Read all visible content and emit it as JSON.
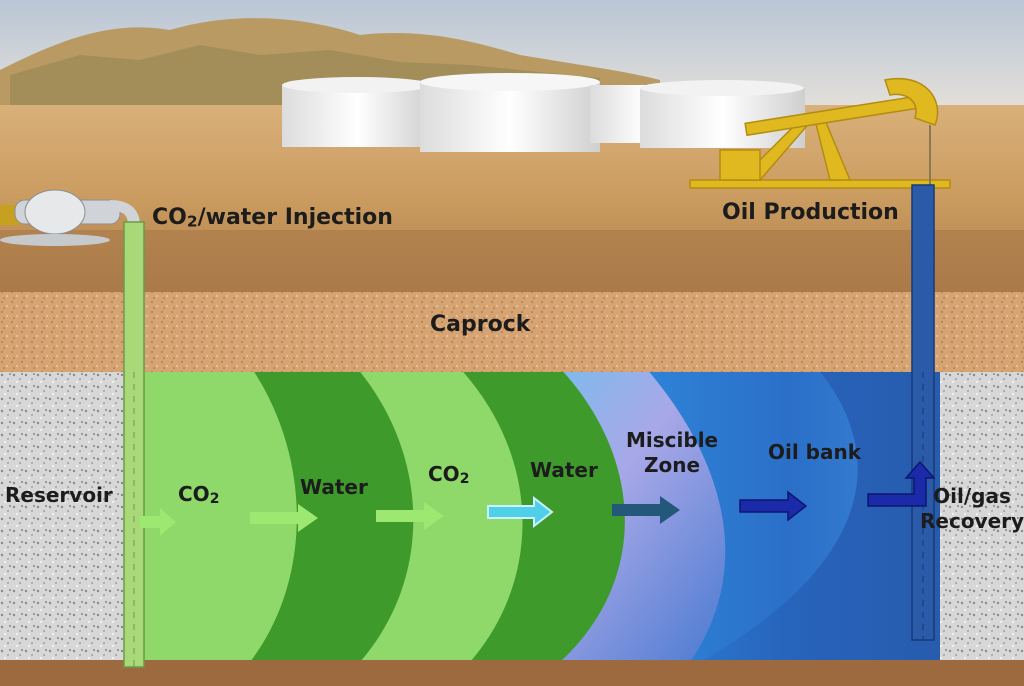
{
  "labels": {
    "injection_prefix": "CO",
    "injection_sub": "2",
    "injection_suffix": "/water Injection",
    "production": "Oil Production",
    "caprock": "Caprock",
    "reservoir": "Reservoir",
    "zone1_prefix": "CO",
    "zone1_sub": "2",
    "zone2": "Water",
    "zone3_prefix": "CO",
    "zone3_sub": "2",
    "zone4": "Water",
    "miscible_line1": "Miscible",
    "miscible_line2": "Zone",
    "oil_bank": "Oil bank",
    "recovery_line1": "Oil/gas",
    "recovery_line2": "Recovery"
  },
  "colors": {
    "co2_zone": "#8fd86a",
    "water_zone": "#3f9a2c",
    "oil_bank": "#2f7fd0",
    "sky": "#c9d3e0",
    "desert": "#d2a86c",
    "caprock": "#d9a876",
    "reservoir_rock": "#d6d6d6"
  }
}
